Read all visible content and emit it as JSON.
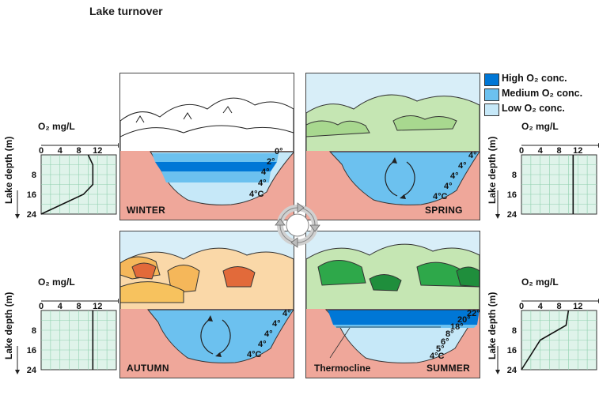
{
  "title": "Lake turnover",
  "legend": [
    {
      "label": "High O₂ conc.",
      "color": "#0077d6"
    },
    {
      "label": "Medium O₂ conc.",
      "color": "#6cc1ef"
    },
    {
      "label": "Low O₂ conc.",
      "color": "#c6e8f8"
    }
  ],
  "seasons": {
    "winter": {
      "label": "WINTER",
      "temps": [
        "0°",
        "2°",
        "4°",
        "4°",
        "4°C"
      ]
    },
    "spring": {
      "label": "SPRING",
      "temps": [
        "4°",
        "4°",
        "4°",
        "4°",
        "4°C"
      ]
    },
    "autumn": {
      "label": "AUTUMN",
      "temps": [
        "4°",
        "4°",
        "4°",
        "4°",
        "4°C"
      ]
    },
    "summer": {
      "label": "SUMMER",
      "temps": [
        "22°",
        "20°",
        "18°",
        "8°",
        "6°",
        "5°",
        "4°C"
      ]
    }
  },
  "thermocline_label": "Thermocline",
  "graph": {
    "title": "O₂ mg/L",
    "ylabel": "Lake depth (m)",
    "x_ticks": [
      "0",
      "4",
      "8",
      "12"
    ],
    "y_ticks": [
      "8",
      "16",
      "24"
    ]
  },
  "chart_data": [
    {
      "type": "line",
      "name": "winter",
      "x": [
        10,
        11,
        11,
        9,
        0
      ],
      "y": [
        0,
        4,
        12,
        16,
        24
      ],
      "xlim": [
        0,
        16
      ],
      "ylim": [
        0,
        24
      ]
    },
    {
      "type": "line",
      "name": "spring",
      "x": [
        11,
        11
      ],
      "y": [
        0,
        24
      ],
      "xlim": [
        0,
        16
      ],
      "ylim": [
        0,
        24
      ]
    },
    {
      "type": "line",
      "name": "autumn",
      "x": [
        11,
        11
      ],
      "y": [
        0,
        24
      ],
      "xlim": [
        0,
        16
      ],
      "ylim": [
        0,
        24
      ]
    },
    {
      "type": "line",
      "name": "summer",
      "x": [
        10,
        9.5,
        4,
        2,
        0
      ],
      "y": [
        0,
        6,
        12,
        18,
        24
      ],
      "xlim": [
        0,
        16
      ],
      "ylim": [
        0,
        24
      ]
    }
  ],
  "colors": {
    "soil": "#efa79a",
    "sky": "#d8eef8",
    "high_o2": "#0077d6",
    "medium_o2": "#6cc1ef",
    "low_o2": "#c6e8f8"
  }
}
